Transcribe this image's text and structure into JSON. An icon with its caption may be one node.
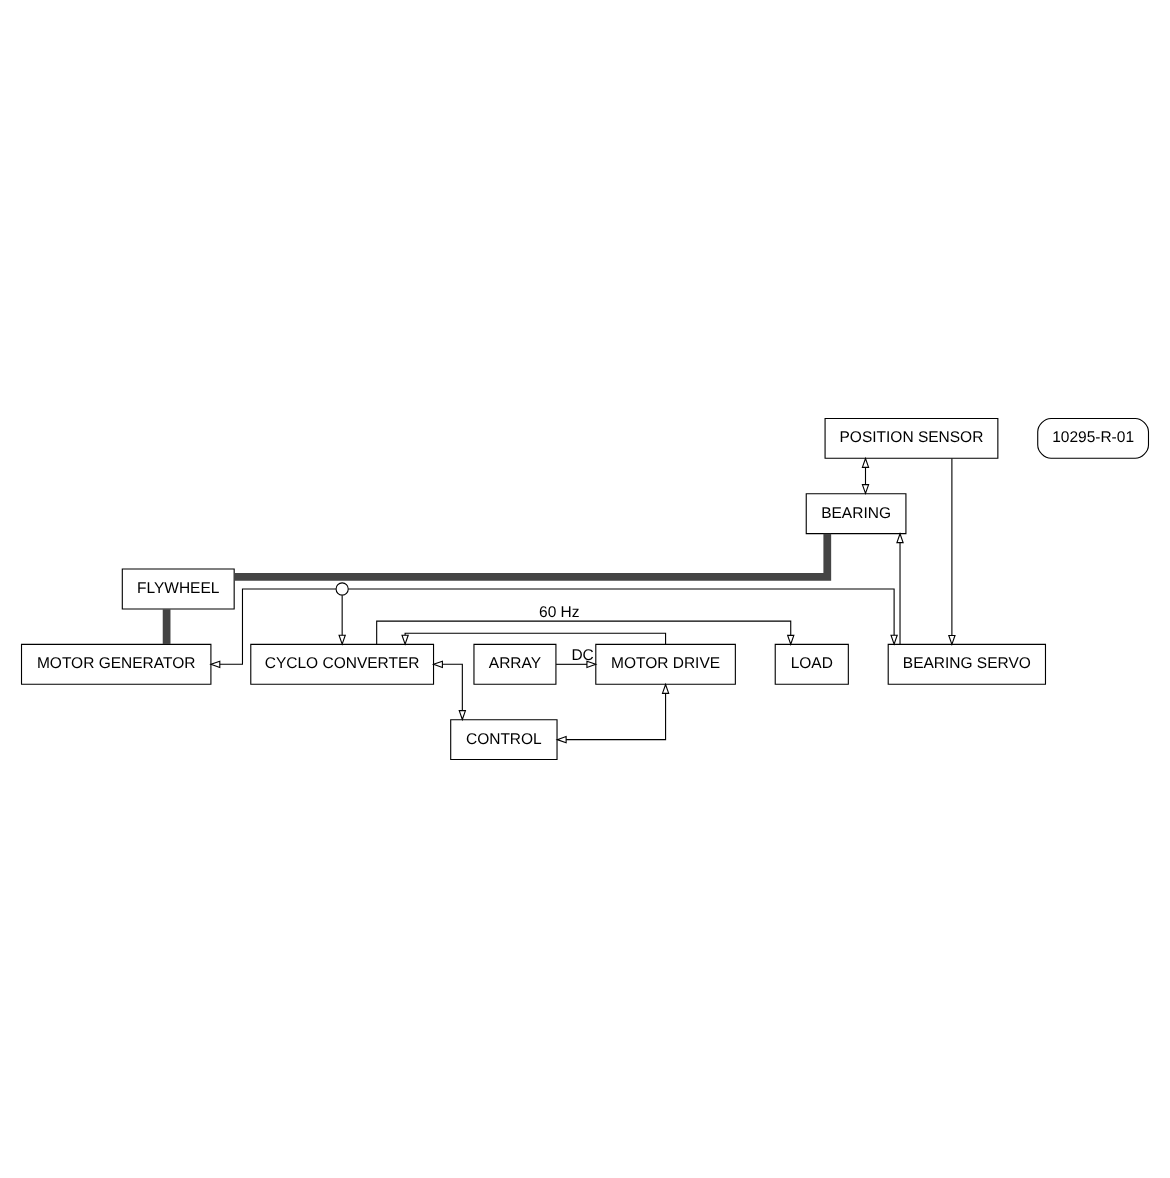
{
  "diagram": {
    "nodes": [
      {
        "text": [
          "POSITION SENSOR"
        ]
      },
      {
        "text": [
          "BEARING"
        ]
      },
      {
        "text": [
          "FLYWHEEL"
        ]
      },
      {
        "text": [
          "BEARING SERVO"
        ]
      },
      {
        "text": [
          "MOTOR GENERATOR"
        ]
      },
      {
        "text": [],
        "shape": "circle"
      },
      {
        "text": [
          "ARRAY"
        ]
      },
      {
        "text": [
          "MOTOR DRIVE"
        ]
      },
      {
        "text": [
          "CYCLO CONVERTER"
        ]
      },
      {
        "text": [
          "LOAD"
        ]
      },
      {
        "text": [
          "CONTROL"
        ]
      }
    ],
    "edges": [
      {
        "from": 0,
        "to": 1,
        "arrow": "both"
      },
      {
        "from": 0,
        "to": 3,
        "arrow": "to"
      },
      {
        "from": 3,
        "to": 1,
        "arrow": "to"
      },
      {
        "from": 1,
        "to": 2,
        "arrow": "none",
        "style": "thick"
      },
      {
        "from": 2,
        "to": 4,
        "arrow": "none",
        "style": "thick"
      },
      {
        "from": 5,
        "to": 3,
        "arrow": "to"
      },
      {
        "from": 5,
        "to": 4,
        "arrow": "to"
      },
      {
        "from": 6,
        "to": 7,
        "label": "DC",
        "arrow": "to"
      },
      {
        "from": 7,
        "to": 8,
        "arrow": "to"
      },
      {
        "from": 5,
        "to": 8,
        "arrow": "to"
      },
      {
        "from": 8,
        "to": 9,
        "label": "60 Hz",
        "arrow": "to"
      },
      {
        "from": 7,
        "to": 10,
        "arrow": "both"
      },
      {
        "from": 8,
        "to": 10,
        "arrow": "both"
      }
    ],
    "labels": [
      "10295-R-01"
    ]
  }
}
